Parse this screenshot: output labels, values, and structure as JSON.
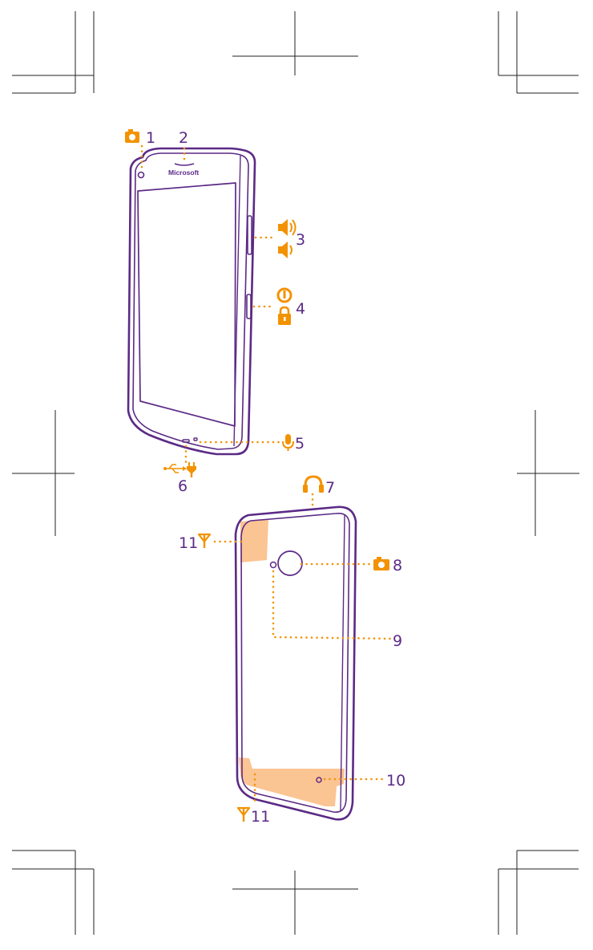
{
  "phone_front": {
    "brand": "Microsoft"
  },
  "callouts": [
    {
      "number": "1",
      "icon": "camera-icon"
    },
    {
      "number": "2",
      "icon": ""
    },
    {
      "number": "3",
      "icon": "volume-icon"
    },
    {
      "number": "4",
      "icon": "power-lock-icon"
    },
    {
      "number": "5",
      "icon": "microphone-icon"
    },
    {
      "number": "6",
      "icon": "usb-charger-icon"
    },
    {
      "number": "7",
      "icon": "headphones-icon"
    },
    {
      "number": "8",
      "icon": "camera-icon"
    },
    {
      "number": "9",
      "icon": ""
    },
    {
      "number": "10",
      "icon": ""
    },
    {
      "number": "11",
      "icon": "antenna-icon"
    },
    {
      "number": "11",
      "icon": "antenna-icon"
    }
  ],
  "colors": {
    "outline": "#5b2a86",
    "accent": "#f39200",
    "antenna_area": "#fbc493",
    "crop_marks": "#222222"
  }
}
